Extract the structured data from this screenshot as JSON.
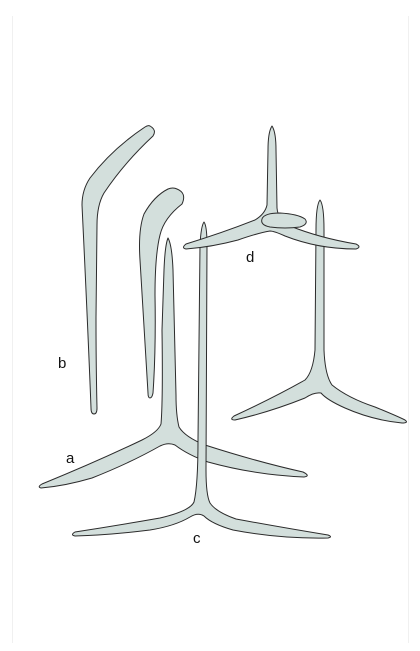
{
  "colors": {
    "fill": "#d3dfdc",
    "stroke": "#2b2b2b",
    "background": "#ffffff"
  },
  "labels": {
    "a": "a",
    "b": "b",
    "c": "c",
    "d": "d"
  }
}
